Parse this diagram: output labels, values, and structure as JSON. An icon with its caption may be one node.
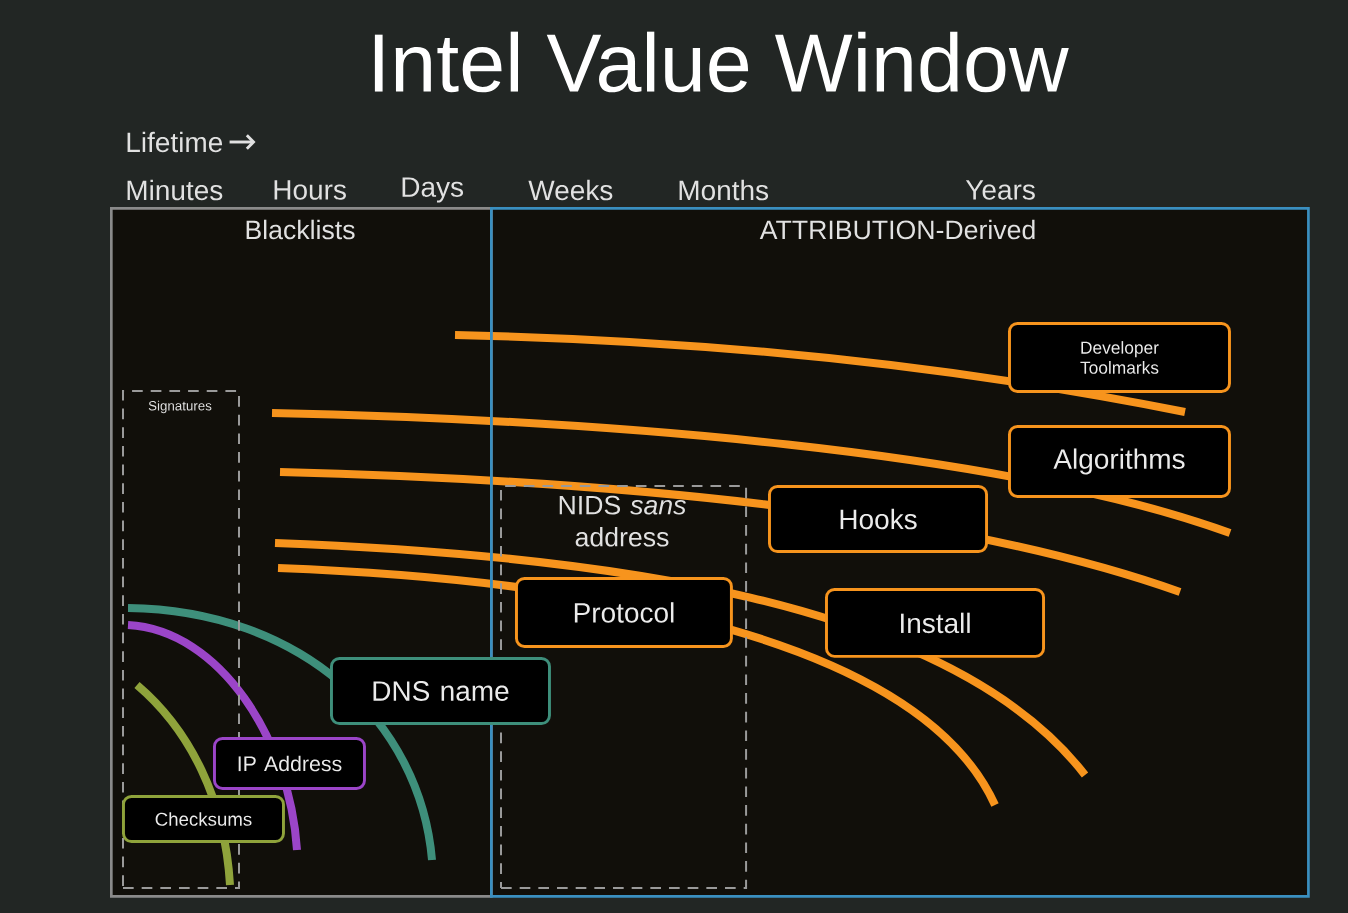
{
  "diagram": {
    "title": "Intel Value Window",
    "nodes": [
      {
        "text": [
          "Blacklists"
        ]
      },
      {
        "text": [
          "Signatures"
        ],
        "in": 0
      },
      {
        "text": [
          "ATTRIBUTION-Derived"
        ]
      },
      {
        "text": [
          "Developer Toolmarks"
        ],
        "in": 2
      },
      {
        "text": [
          "Algorithms"
        ],
        "in": 2
      },
      {
        "text": [
          "NIDS *sans* address"
        ],
        "in": 2
      },
      {
        "text": [
          "Hooks"
        ],
        "in": 2
      },
      {
        "text": [
          "Protocol"
        ],
        "in": 5
      },
      {
        "text": [
          "Install"
        ],
        "in": 2
      },
      {
        "text": [
          "DNS name"
        ]
      },
      {
        "text": [
          "IP Address"
        ],
        "in": 0
      },
      {
        "text": [
          "Checksums"
        ],
        "in": 0
      }
    ],
    "labels": [
      "Lifetime",
      "Minutes",
      "Hours",
      "Days",
      "Weeks",
      "Months",
      "Years"
    ]
  }
}
